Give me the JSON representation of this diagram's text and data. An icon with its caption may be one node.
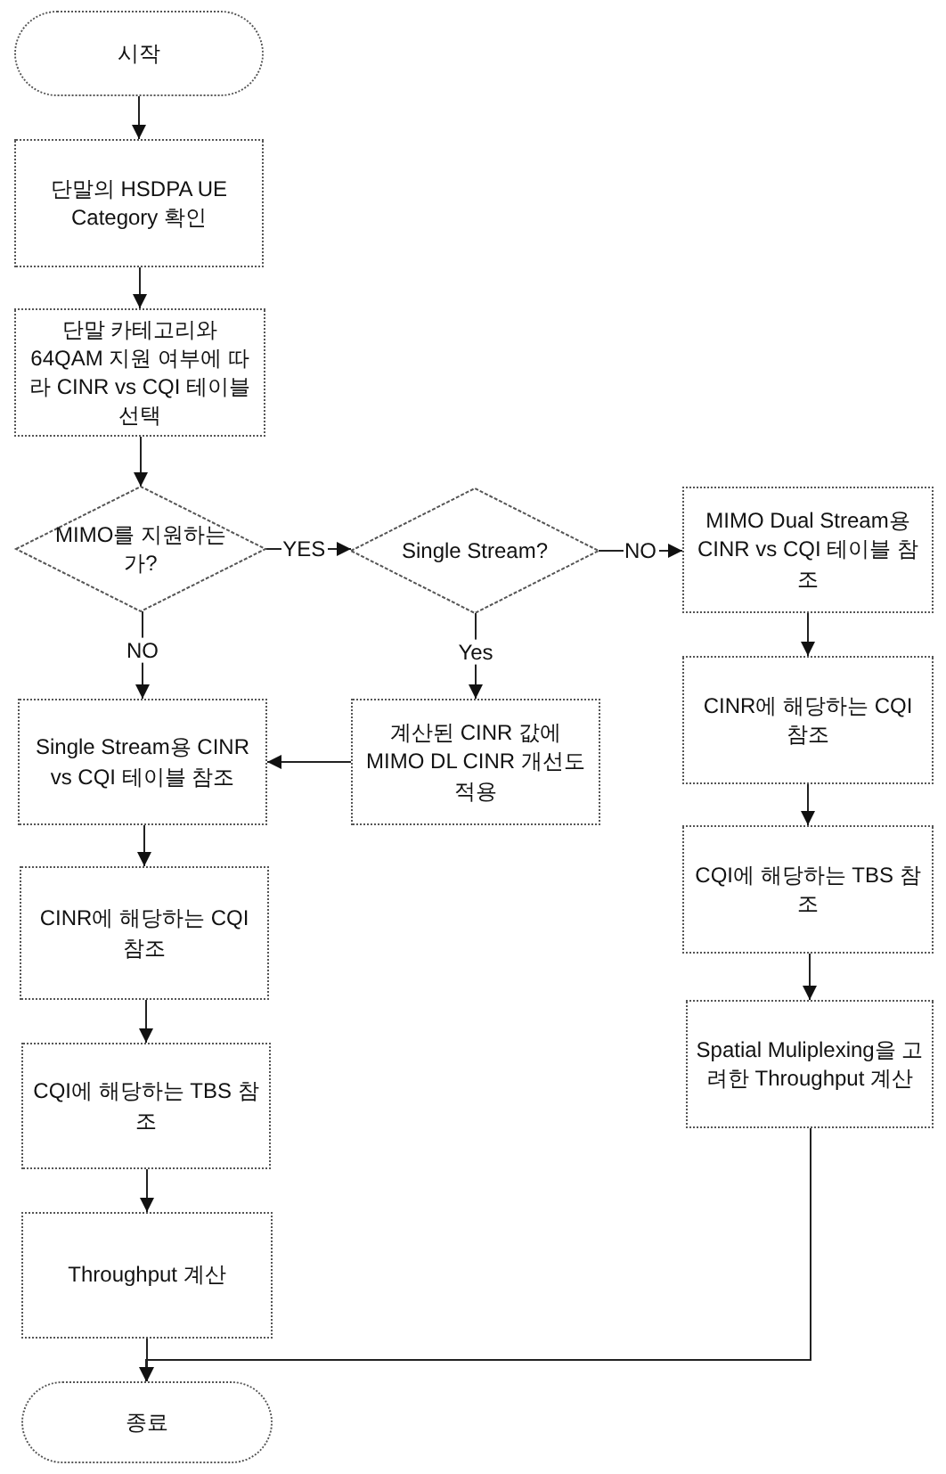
{
  "diagram": {
    "nodes": [
      {
        "text": [
          "시작"
        ]
      },
      {
        "text": [
          "단말의 HSDPA UE Category 확인"
        ]
      },
      {
        "text": [
          "단말 카테고리와 64QAM 지원 여부에 따라 CINR vs CQI 테이블 선택"
        ]
      },
      {
        "text": [
          "MIMO를 지원하는가?"
        ]
      },
      {
        "text": [
          "Single Stream?"
        ]
      },
      {
        "text": [
          "MIMO Dual Stream용 CINR vs CQI 테이블 참조"
        ]
      },
      {
        "text": [
          "Single Stream용 CINR vs CQI 테이블 참조"
        ]
      },
      {
        "text": [
          "계산된 CINR 값에 MIMO DL CINR 개선도 적용"
        ]
      },
      {
        "text": [
          "CINR에 해당하는 CQI 참조"
        ]
      },
      {
        "text": [
          "CQI에 해당하는 TBS 참조"
        ]
      },
      {
        "text": [
          "Spatial Muliplexing을 고려한 Throughput 계산"
        ]
      },
      {
        "text": [
          "CINR에 해당하는 CQI 참조"
        ]
      },
      {
        "text": [
          "CQI에 해당하는 TBS 참조"
        ]
      },
      {
        "text": [
          "Throughput 계산"
        ]
      },
      {
        "text": [
          "종료"
        ]
      }
    ],
    "edges": [
      {
        "from": 0,
        "to": 1,
        "arrow": "to"
      },
      {
        "from": 1,
        "to": 2,
        "arrow": "to"
      },
      {
        "from": 2,
        "to": 3,
        "arrow": "to"
      },
      {
        "from": 3,
        "to": 4,
        "arrow": "to",
        "label": "YES"
      },
      {
        "from": 4,
        "to": 5,
        "arrow": "to",
        "label": "NO"
      },
      {
        "from": 3,
        "to": 6,
        "arrow": "to",
        "label": "NO"
      },
      {
        "from": 4,
        "to": 7,
        "arrow": "to",
        "label": "Yes"
      },
      {
        "from": 7,
        "to": 6,
        "arrow": "to"
      },
      {
        "from": 6,
        "to": 11,
        "arrow": "to"
      },
      {
        "from": 11,
        "to": 12,
        "arrow": "to"
      },
      {
        "from": 12,
        "to": 13,
        "arrow": "to"
      },
      {
        "from": 13,
        "to": 14,
        "arrow": "to"
      },
      {
        "from": 5,
        "to": 8,
        "arrow": "to"
      },
      {
        "from": 8,
        "to": 9,
        "arrow": "to"
      },
      {
        "from": 9,
        "to": 10,
        "arrow": "to"
      },
      {
        "from": 10,
        "to": 14,
        "arrow": "to"
      }
    ]
  }
}
